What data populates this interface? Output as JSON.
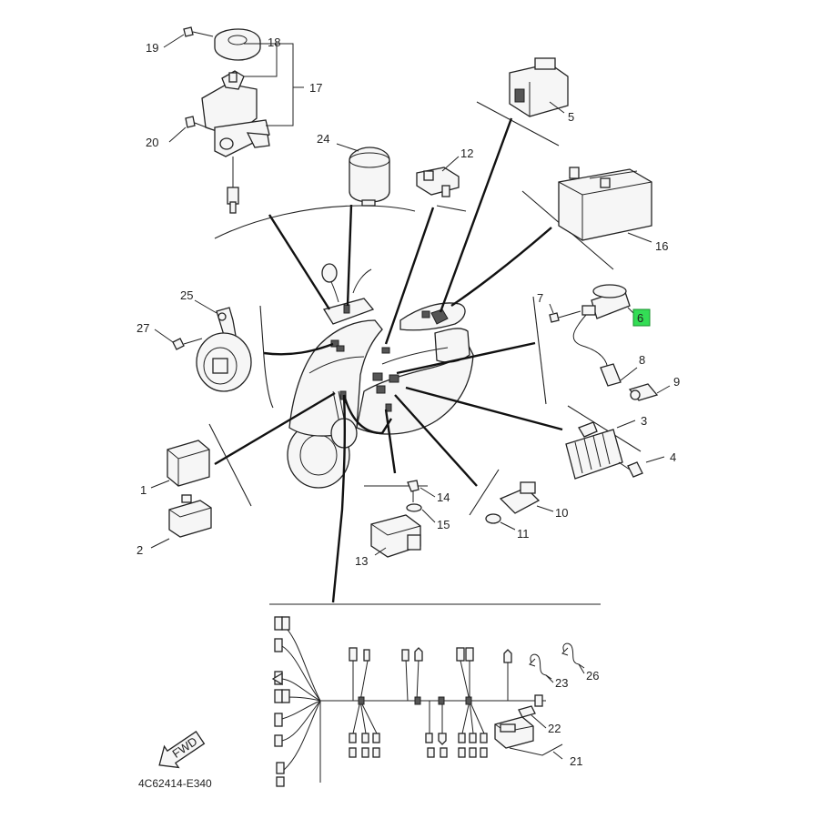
{
  "diagram": {
    "code": "4C62414-E340",
    "fwd_label": "FWD",
    "highlight_color": "#33dd55",
    "callouts": [
      {
        "id": "c1",
        "text": "1"
      },
      {
        "id": "c2",
        "text": "2"
      },
      {
        "id": "c3",
        "text": "3"
      },
      {
        "id": "c4",
        "text": "4"
      },
      {
        "id": "c5",
        "text": "5"
      },
      {
        "id": "c6",
        "text": "6",
        "highlighted": true
      },
      {
        "id": "c7",
        "text": "7"
      },
      {
        "id": "c8",
        "text": "8"
      },
      {
        "id": "c9",
        "text": "9"
      },
      {
        "id": "c10",
        "text": "10"
      },
      {
        "id": "c11",
        "text": "11"
      },
      {
        "id": "c12",
        "text": "12"
      },
      {
        "id": "c13",
        "text": "13"
      },
      {
        "id": "c14",
        "text": "14"
      },
      {
        "id": "c15",
        "text": "15"
      },
      {
        "id": "c16",
        "text": "16"
      },
      {
        "id": "c17",
        "text": "17"
      },
      {
        "id": "c18",
        "text": "18"
      },
      {
        "id": "c19",
        "text": "19"
      },
      {
        "id": "c20",
        "text": "20"
      },
      {
        "id": "c21",
        "text": "21"
      },
      {
        "id": "c22",
        "text": "22"
      },
      {
        "id": "c23",
        "text": "23"
      },
      {
        "id": "c24",
        "text": "24"
      },
      {
        "id": "c25",
        "text": "25"
      },
      {
        "id": "c26",
        "text": "26"
      },
      {
        "id": "c27",
        "text": "27"
      }
    ]
  }
}
